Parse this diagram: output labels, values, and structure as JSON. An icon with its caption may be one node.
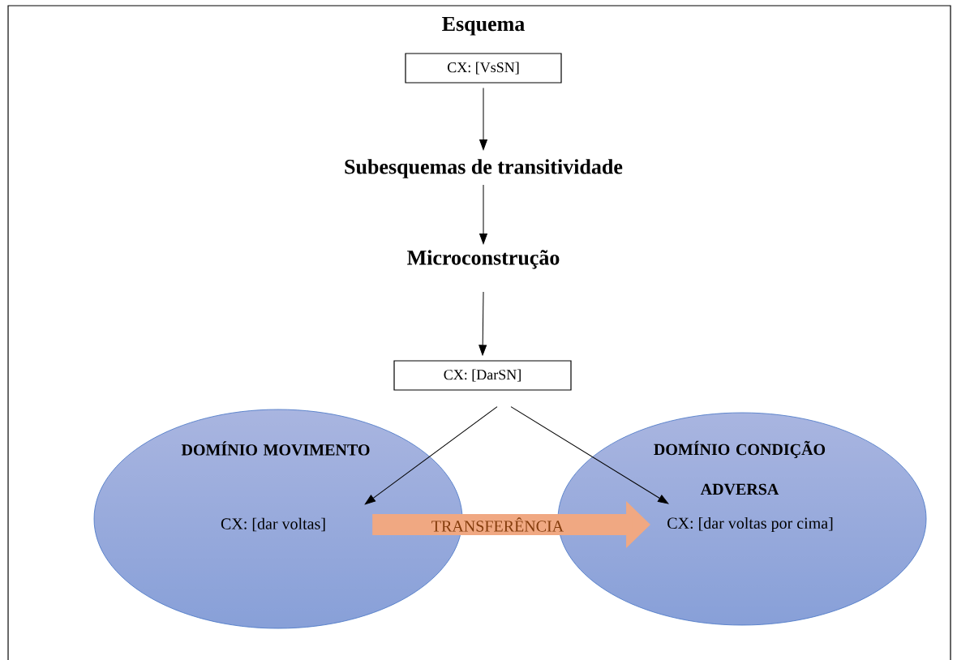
{
  "diagram": {
    "nodes": [
      {
        "text": [
          "Esquema",
          "CX: [VsSN]"
        ]
      },
      {
        "text": [
          "Subesquemas de transitividade"
        ]
      },
      {
        "text": [
          "Microconstrução"
        ]
      },
      {
        "text": [
          "CX: [DarSN]"
        ]
      },
      {
        "text": [
          "DOMÍNIO MOVIMENTO"
        ]
      },
      {
        "text": [
          "CX: [dar voltas]"
        ],
        "in": 4
      },
      {
        "text": [
          "DOMÍNIO CONDIÇÃO ADVERSA"
        ]
      },
      {
        "text": [
          "CX: [dar voltas por cima]"
        ],
        "in": 6
      }
    ],
    "edges": [
      {
        "from": 0,
        "to": 1,
        "arrow": "to"
      },
      {
        "from": 1,
        "to": 2,
        "arrow": "to"
      },
      {
        "from": 2,
        "to": 3,
        "arrow": "to"
      },
      {
        "from": 3,
        "to": 5,
        "arrow": "to"
      },
      {
        "from": 3,
        "to": 7,
        "arrow": "to"
      },
      {
        "from": 5,
        "to": 7,
        "arrow": "to",
        "label": "TRANSFERÊNCIA",
        "style": "thick",
        "color": "#f0a882"
      }
    ]
  }
}
